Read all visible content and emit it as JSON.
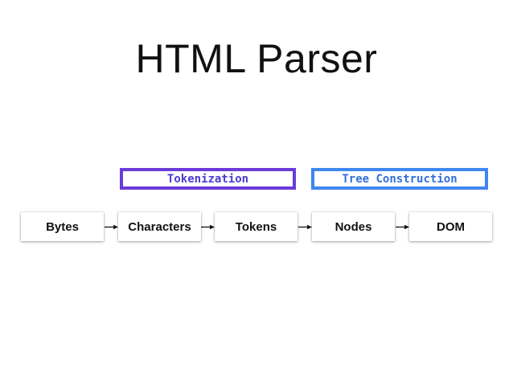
{
  "title": "HTML Parser",
  "phases": {
    "tokenization": {
      "label": "Tokenization",
      "color": "#6a3bd8"
    },
    "tree_construction": {
      "label": "Tree Construction",
      "color": "#3f87ef"
    }
  },
  "stages": [
    "Bytes",
    "Characters",
    "Tokens",
    "Nodes",
    "DOM"
  ]
}
